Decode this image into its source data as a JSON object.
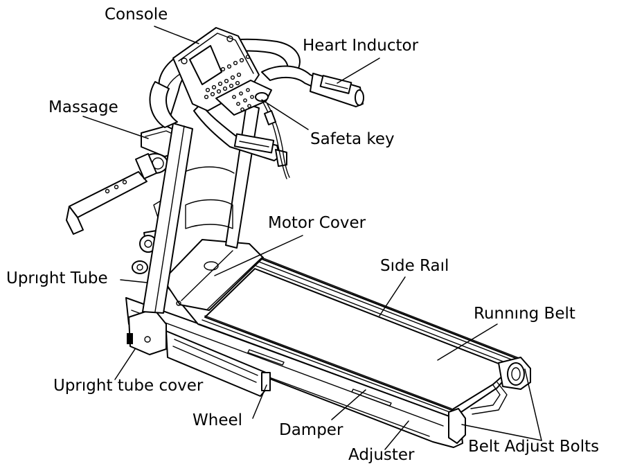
{
  "labels": {
    "console": "Console",
    "heart_inductor": "Heart Inductor",
    "massage": "Massage",
    "safety_key": "Safeta key",
    "motor_cover": "Motor Cover",
    "side_rail": "Sıde Raıl",
    "upright_tube": "Uprıght Tube",
    "running_belt": "Runnıng Belt",
    "upright_tube_cover": "Uprıght tube cover",
    "wheel": "Wheel",
    "damper": "Damper",
    "adjuster": "Adjuster",
    "belt_adjust_bolts": "Belt Adjust Bolts"
  }
}
